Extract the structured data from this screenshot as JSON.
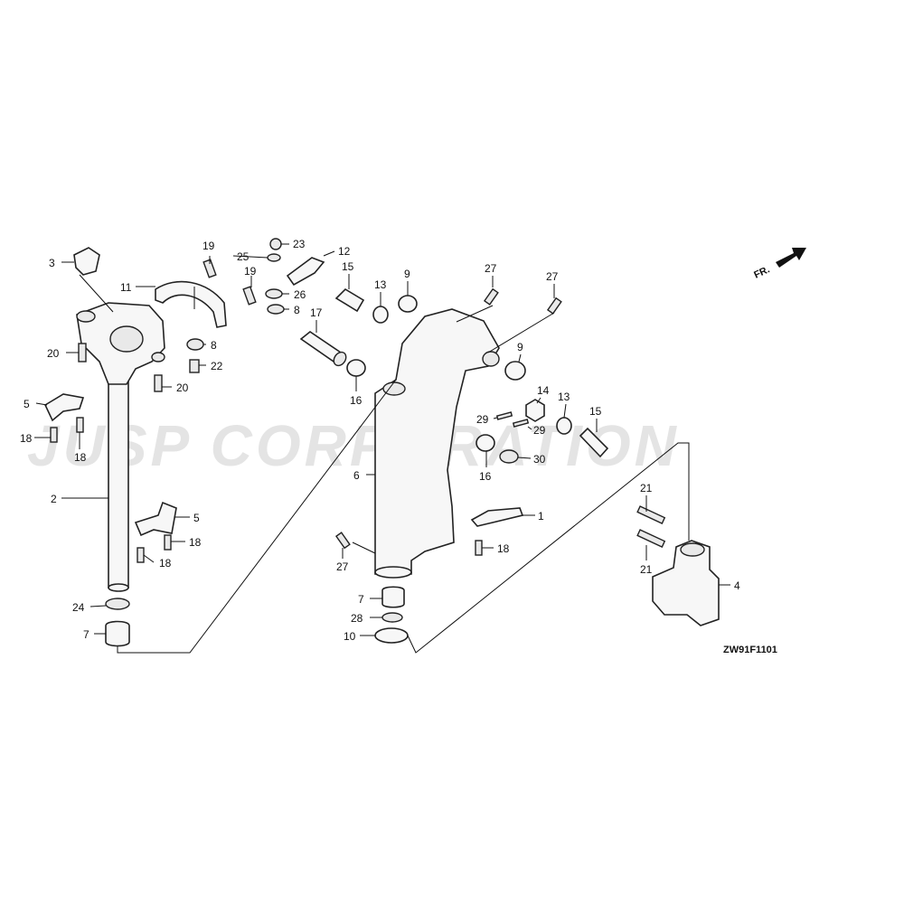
{
  "watermark": "JUSP CORPORATION",
  "direction_marker": "FR.",
  "diagram_code": "ZW91F1101",
  "callouts": {
    "c1": "1",
    "c2": "2",
    "c3": "3",
    "c4": "4",
    "c5a": "5",
    "c5b": "5",
    "c6": "6",
    "c7a": "7",
    "c7b": "7",
    "c8a": "8",
    "c8b": "8",
    "c9a": "9",
    "c9b": "9",
    "c10": "10",
    "c11": "11",
    "c12": "12",
    "c13a": "13",
    "c13b": "13",
    "c14": "14",
    "c15a": "15",
    "c15b": "15",
    "c16a": "16",
    "c16b": "16",
    "c17": "17",
    "c18a": "18",
    "c18b": "18",
    "c18c": "18",
    "c18d": "18",
    "c18e": "18",
    "c19a": "19",
    "c19b": "19",
    "c20a": "20",
    "c20b": "20",
    "c21a": "21",
    "c21b": "21",
    "c22": "22",
    "c23": "23",
    "c24": "24",
    "c25": "25",
    "c26": "26",
    "c27a": "27",
    "c27b": "27",
    "c27c": "27",
    "c28": "28",
    "c29a": "29",
    "c29b": "29",
    "c30": "30"
  }
}
